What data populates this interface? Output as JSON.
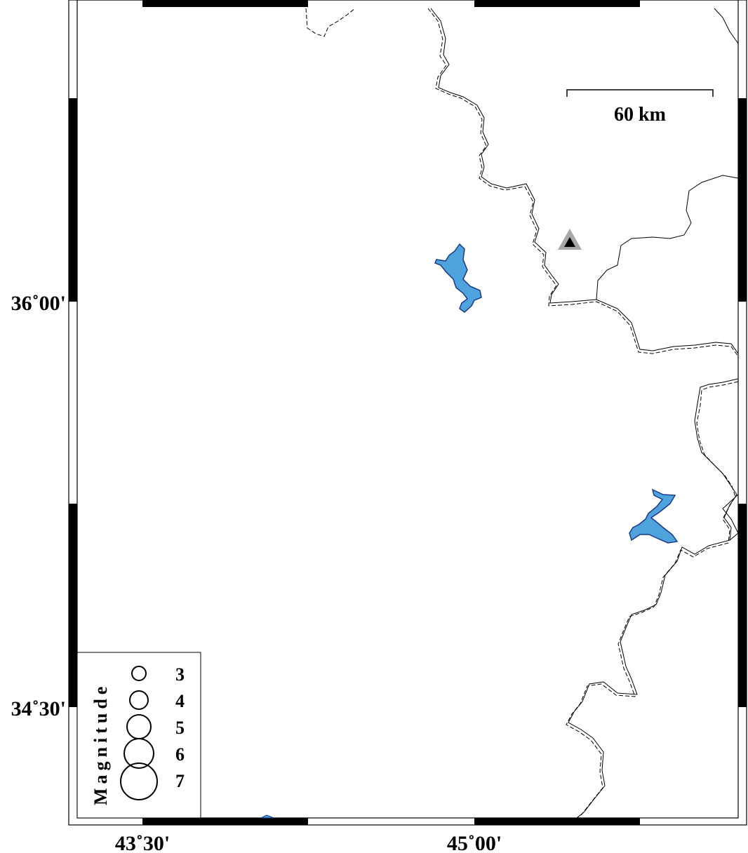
{
  "map": {
    "type": "seismicity_map",
    "colors": {
      "background": "#ffffff",
      "frame": "#000000",
      "water": "#4fa3dc",
      "water_outline": "#1a3a8a",
      "border": "#000000",
      "station_outer": "#a8a8a8",
      "station_inner": "#000000"
    },
    "longitude_ticks": [
      "43˚30'",
      "45˚00'"
    ],
    "latitude_ticks": [
      "36˚00'",
      "34˚30'"
    ],
    "scale_bar": {
      "label": "60 km"
    },
    "station": {
      "icon": "station-triangle-icon"
    },
    "legend": {
      "title": "Magnitude",
      "items": [
        {
          "magnitude": "3"
        },
        {
          "magnitude": "4"
        },
        {
          "magnitude": "5"
        },
        {
          "magnitude": "6"
        },
        {
          "magnitude": "7"
        }
      ]
    }
  }
}
